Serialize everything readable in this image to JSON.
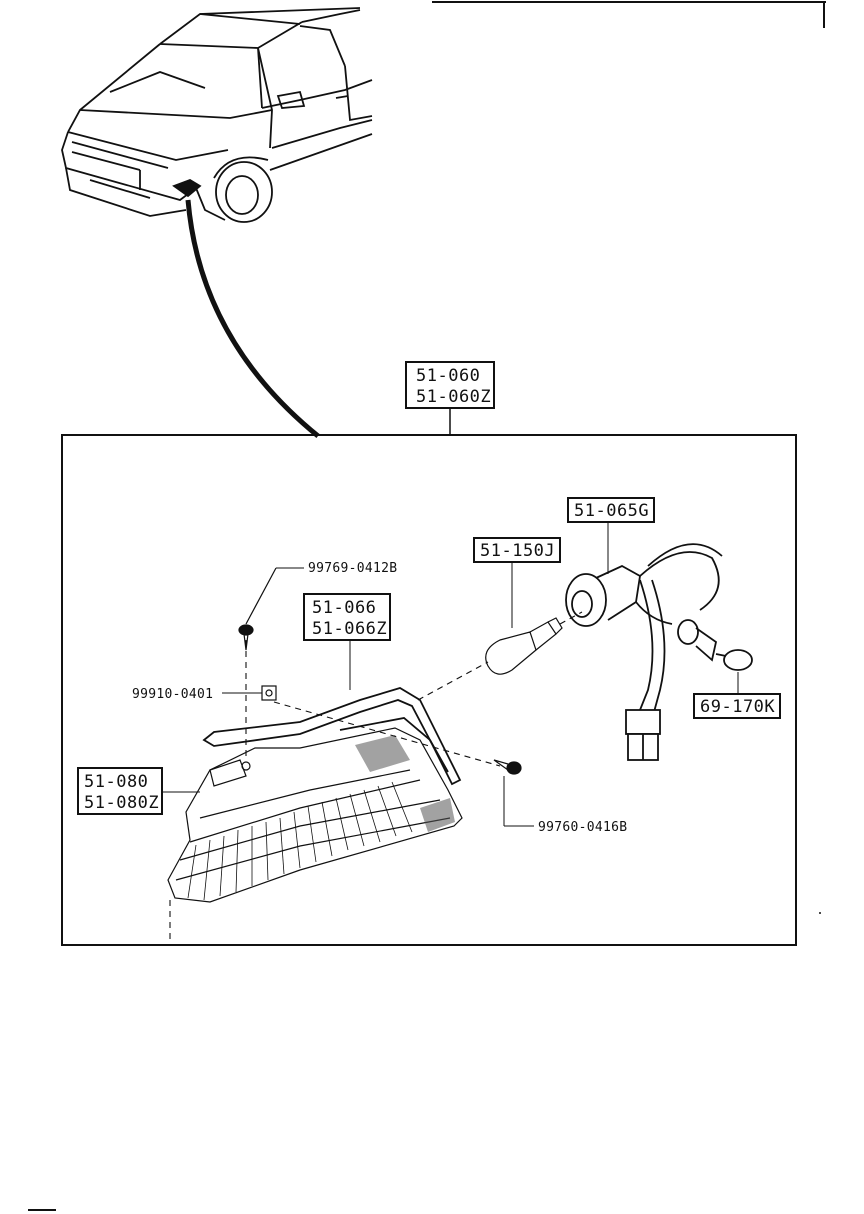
{
  "assembly": {
    "line1": "51-060",
    "line2": "51-060Z"
  },
  "lens": {
    "line1": "51-080",
    "line2": "51-080Z"
  },
  "gasket": {
    "line1": "51-066",
    "line2": "51-066Z"
  },
  "bulb": {
    "label": "51-150J"
  },
  "socket": {
    "label": "51-065G"
  },
  "side_bulb": {
    "label": "69-170K"
  },
  "screw_top": {
    "label": "99769-0412B"
  },
  "nut": {
    "label": "99910-0401"
  },
  "screw_right": {
    "label": "99760-0416B"
  }
}
